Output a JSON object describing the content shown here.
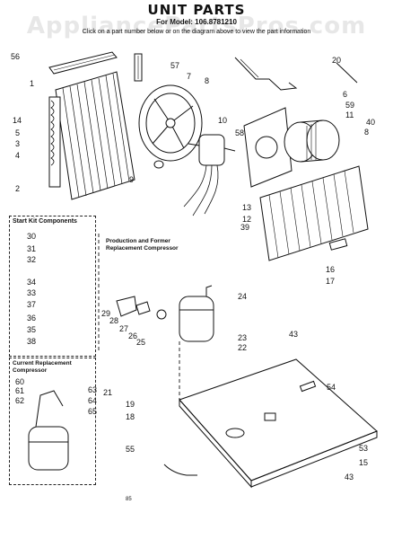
{
  "header": {
    "title": "UNIT PARTS",
    "subtitle": "For Model: 106.8781210",
    "instructions": "Click on a part number below or on the diagram above to view the part information",
    "watermark": "AppliancePartsPros.com"
  },
  "sections": {
    "start_kit_title": "Start Kit Components",
    "production_note": "Production and Former Replacement Compressor",
    "current_repl_title": "Current Replacement Compressor",
    "footer_code": "85"
  },
  "callouts": [
    {
      "id": "c56",
      "label": "56"
    },
    {
      "id": "c1",
      "label": "1"
    },
    {
      "id": "c14",
      "label": "14"
    },
    {
      "id": "c5",
      "label": "5"
    },
    {
      "id": "c3",
      "label": "3"
    },
    {
      "id": "c4",
      "label": "4"
    },
    {
      "id": "c2",
      "label": "2"
    },
    {
      "id": "c57",
      "label": "57"
    },
    {
      "id": "c7",
      "label": "7"
    },
    {
      "id": "c8a",
      "label": "8"
    },
    {
      "id": "c10",
      "label": "10"
    },
    {
      "id": "c9",
      "label": "9"
    },
    {
      "id": "c20",
      "label": "20"
    },
    {
      "id": "c6",
      "label": "6"
    },
    {
      "id": "c59",
      "label": "59"
    },
    {
      "id": "c11",
      "label": "11"
    },
    {
      "id": "c40",
      "label": "40"
    },
    {
      "id": "c8b",
      "label": "8"
    },
    {
      "id": "c58",
      "label": "58"
    },
    {
      "id": "c13",
      "label": "13"
    },
    {
      "id": "c12",
      "label": "12"
    },
    {
      "id": "c39",
      "label": "39"
    },
    {
      "id": "c16",
      "label": "16"
    },
    {
      "id": "c17",
      "label": "17"
    },
    {
      "id": "c30",
      "label": "30"
    },
    {
      "id": "c31",
      "label": "31"
    },
    {
      "id": "c32",
      "label": "32"
    },
    {
      "id": "c34",
      "label": "34"
    },
    {
      "id": "c33",
      "label": "33"
    },
    {
      "id": "c37",
      "label": "37"
    },
    {
      "id": "c36",
      "label": "36"
    },
    {
      "id": "c35",
      "label": "35"
    },
    {
      "id": "c38",
      "label": "38"
    },
    {
      "id": "c24",
      "label": "24"
    },
    {
      "id": "c29",
      "label": "29"
    },
    {
      "id": "c28",
      "label": "28"
    },
    {
      "id": "c27",
      "label": "27"
    },
    {
      "id": "c26",
      "label": "26"
    },
    {
      "id": "c25",
      "label": "25"
    },
    {
      "id": "c23",
      "label": "23"
    },
    {
      "id": "c22",
      "label": "22"
    },
    {
      "id": "c43a",
      "label": "43"
    },
    {
      "id": "c54",
      "label": "54"
    },
    {
      "id": "c60",
      "label": "60"
    },
    {
      "id": "c61",
      "label": "61"
    },
    {
      "id": "c62",
      "label": "62"
    },
    {
      "id": "c63",
      "label": "63"
    },
    {
      "id": "c64",
      "label": "64"
    },
    {
      "id": "c65",
      "label": "65"
    },
    {
      "id": "c21",
      "label": "21"
    },
    {
      "id": "c19",
      "label": "19"
    },
    {
      "id": "c18",
      "label": "18"
    },
    {
      "id": "c55",
      "label": "55"
    },
    {
      "id": "c53",
      "label": "53"
    },
    {
      "id": "c15",
      "label": "15"
    },
    {
      "id": "c43b",
      "label": "43"
    }
  ]
}
